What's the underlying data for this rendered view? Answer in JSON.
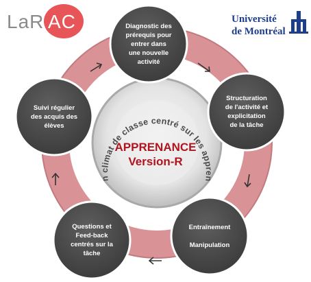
{
  "logos": {
    "larac": {
      "prefix": "LaR",
      "highlight": "AC"
    },
    "udem": {
      "line1": "Université",
      "line2": "de Montréal",
      "mark_icon": "udem-tower-icon"
    }
  },
  "center": {
    "arc_text": "Établir un climat de classe centré sur les apprentissages",
    "title": "APPRENANCE",
    "subtitle": "Version-R"
  },
  "nodes": [
    {
      "id": "diagnostic",
      "label": "Diagnostic des\nprérequis pour\nentrer dans\nune nouvelle\nactivité"
    },
    {
      "id": "structuration",
      "label": "Structuration\nde l'activité et\nexplicitation\nde la tâche"
    },
    {
      "id": "entrainement",
      "label": "Entraînement\n\nManipulation"
    },
    {
      "id": "questions",
      "label": "Questions et\nFeed-back\ncentrés sur la\ntâche"
    },
    {
      "id": "suivi",
      "label": "Suivi régulier\ndes acquis des\nélèves"
    }
  ],
  "colors": {
    "ring": "#d99295",
    "ring_edge": "#c27a7e",
    "node": "#4a4a4a",
    "center_disc": "#bdbdbd",
    "center_inner": "#eeeeee",
    "title": "#b0141e",
    "arrow": "#333333",
    "larac_accent": "#e6474a",
    "udem_blue": "#1c3e8b"
  }
}
